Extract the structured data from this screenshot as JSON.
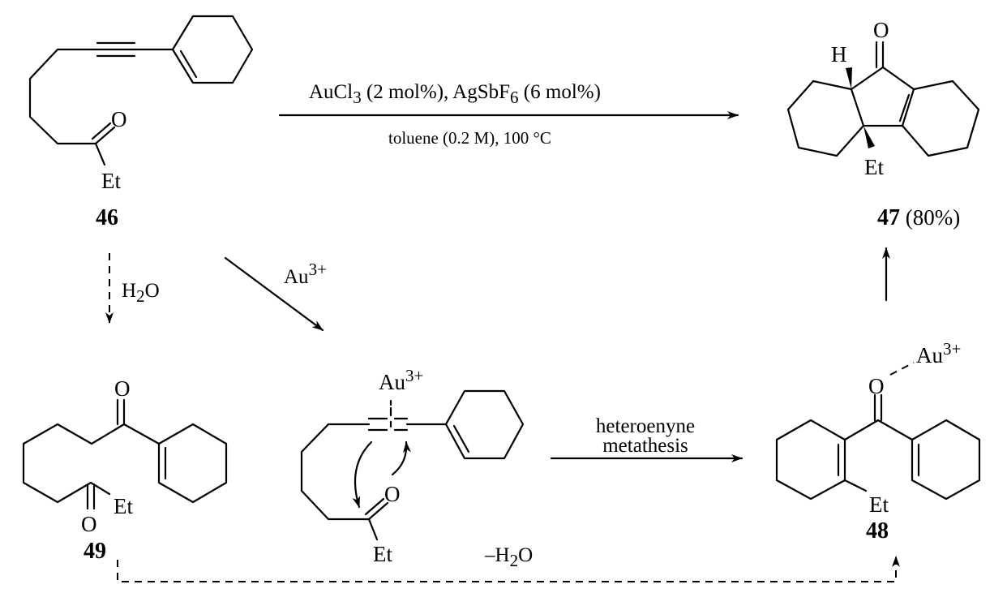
{
  "compounds": {
    "c46": {
      "label": "46",
      "O": "O",
      "Et": "Et"
    },
    "c47": {
      "label": "47",
      "yield": " (80%)",
      "O": "O",
      "H": "H",
      "Et": "Et"
    },
    "c48": {
      "label": "48",
      "O": "O",
      "Et": "Et",
      "Au": "Au",
      "Au_charge": "3+"
    },
    "c49": {
      "label": "49",
      "O1": "O",
      "O2": "O",
      "Et": "Et"
    },
    "intermediate": {
      "Au": "Au",
      "Au_charge": "3+",
      "O": "O",
      "Et": "Et"
    }
  },
  "arrows": {
    "main": {
      "r1": "AuCl",
      "r1_sub": "3",
      "r2": " (2 mol%), AgSbF",
      "r2_sub": "6",
      "r3": " (6 mol%)",
      "conditions": "toluene (0.2 M), 100 °C"
    },
    "hydration": {
      "r": "H",
      "r_sub": "2",
      "r_end": "O"
    },
    "activation": {
      "r": "Au",
      "r_sup": "3+"
    },
    "metathesis": {
      "line1": "heteroenyne",
      "line2": "metathesis"
    },
    "dehydration": {
      "r": "–H",
      "r_sub": "2",
      "r_end": "O"
    }
  }
}
